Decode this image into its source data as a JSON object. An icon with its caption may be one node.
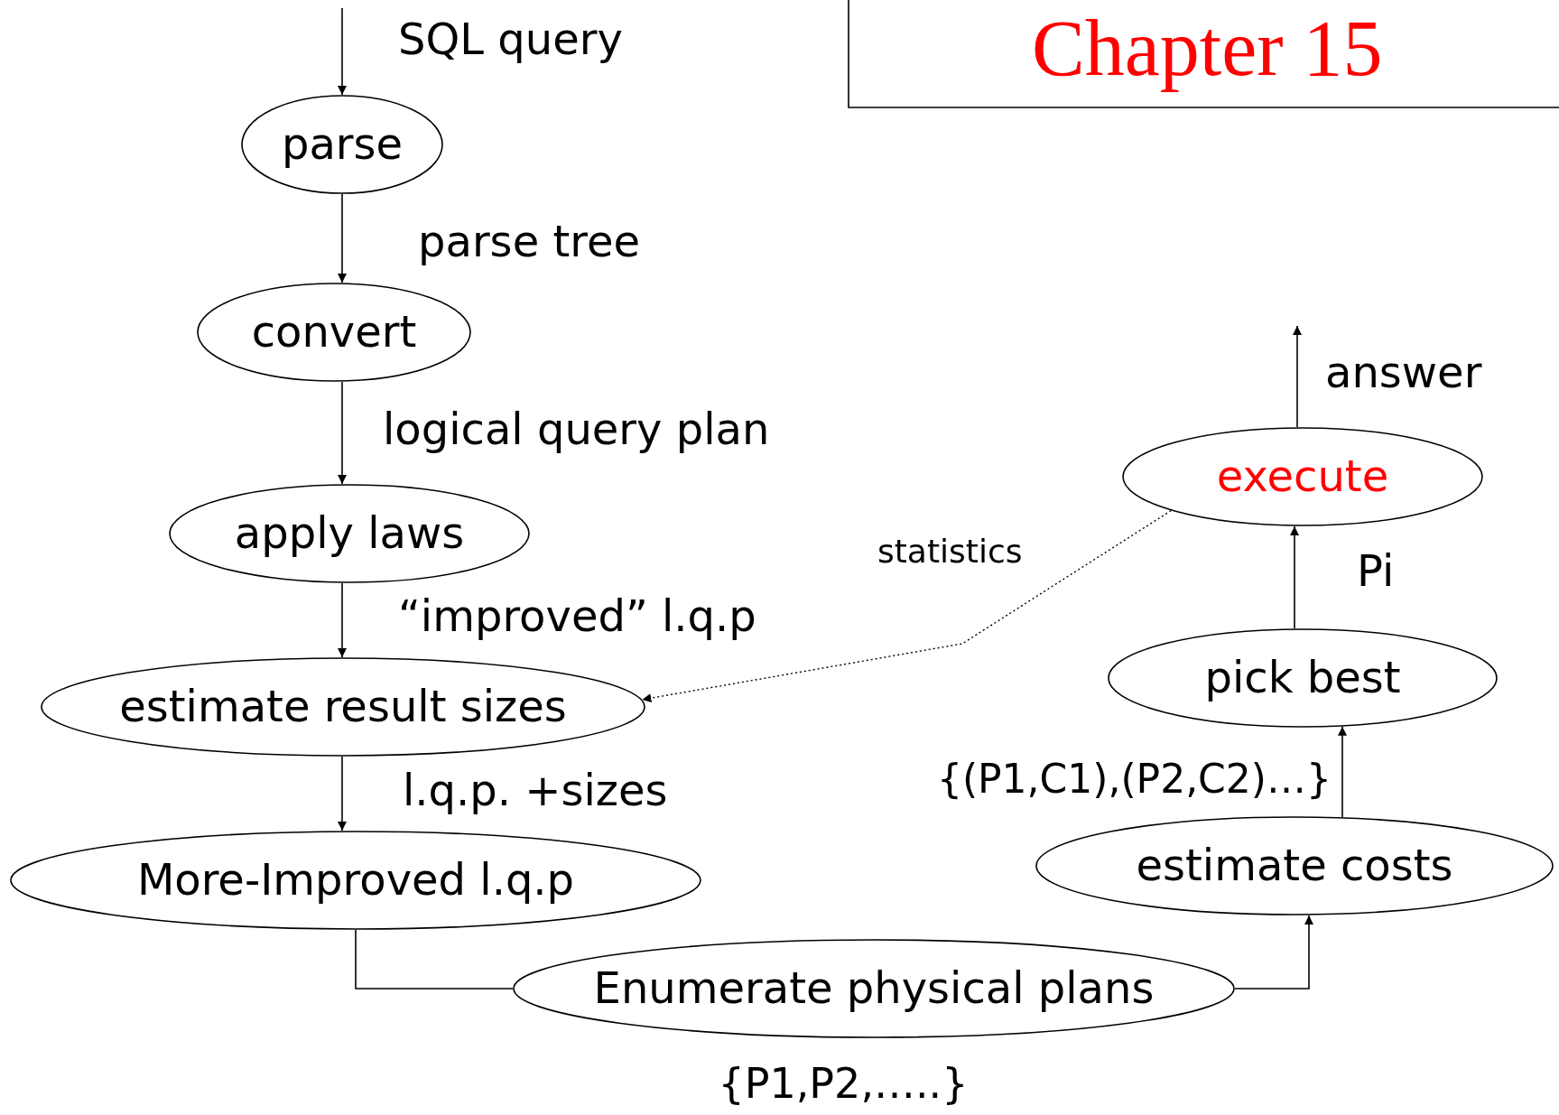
{
  "diagram": {
    "title": "Chapter 15",
    "nodes": [
      {
        "text": [
          "parse"
        ]
      },
      {
        "text": [
          "convert"
        ]
      },
      {
        "text": [
          "apply laws"
        ]
      },
      {
        "text": [
          "estimate result sizes"
        ]
      },
      {
        "text": [
          "More-Improved l.q.p"
        ]
      },
      {
        "text": [
          "Enumerate physical plans"
        ],
        "beside": [
          "{P1,P2,…..}"
        ]
      },
      {
        "text": [
          "estimate costs"
        ]
      },
      {
        "text": [
          "pick best"
        ]
      },
      {
        "text": [
          "execute"
        ]
      }
    ],
    "edges": [
      {
        "from": null,
        "to": 0,
        "arrow": "to",
        "label": "SQL query"
      },
      {
        "from": 0,
        "to": 1,
        "arrow": "to",
        "label": "parse tree"
      },
      {
        "from": 1,
        "to": 2,
        "arrow": "to",
        "label": "logical query plan"
      },
      {
        "from": 2,
        "to": 3,
        "arrow": "to",
        "label": "“improved” l.q.p"
      },
      {
        "from": 3,
        "to": 4,
        "arrow": "to",
        "label": "l.q.p. +sizes"
      },
      {
        "from": 4,
        "to": 5,
        "arrow": "none"
      },
      {
        "from": 5,
        "to": 6,
        "arrow": "to"
      },
      {
        "from": 6,
        "to": 7,
        "arrow": "to",
        "label": "{(P1,C1),(P2,C2)…}"
      },
      {
        "from": 7,
        "to": 8,
        "arrow": "to",
        "label": "Pi"
      },
      {
        "from": 8,
        "to": null,
        "arrow": "to",
        "label": "answer"
      },
      {
        "from": 8,
        "to": 3,
        "arrow": "to",
        "label": "statistics",
        "style": "dashed"
      }
    ]
  }
}
